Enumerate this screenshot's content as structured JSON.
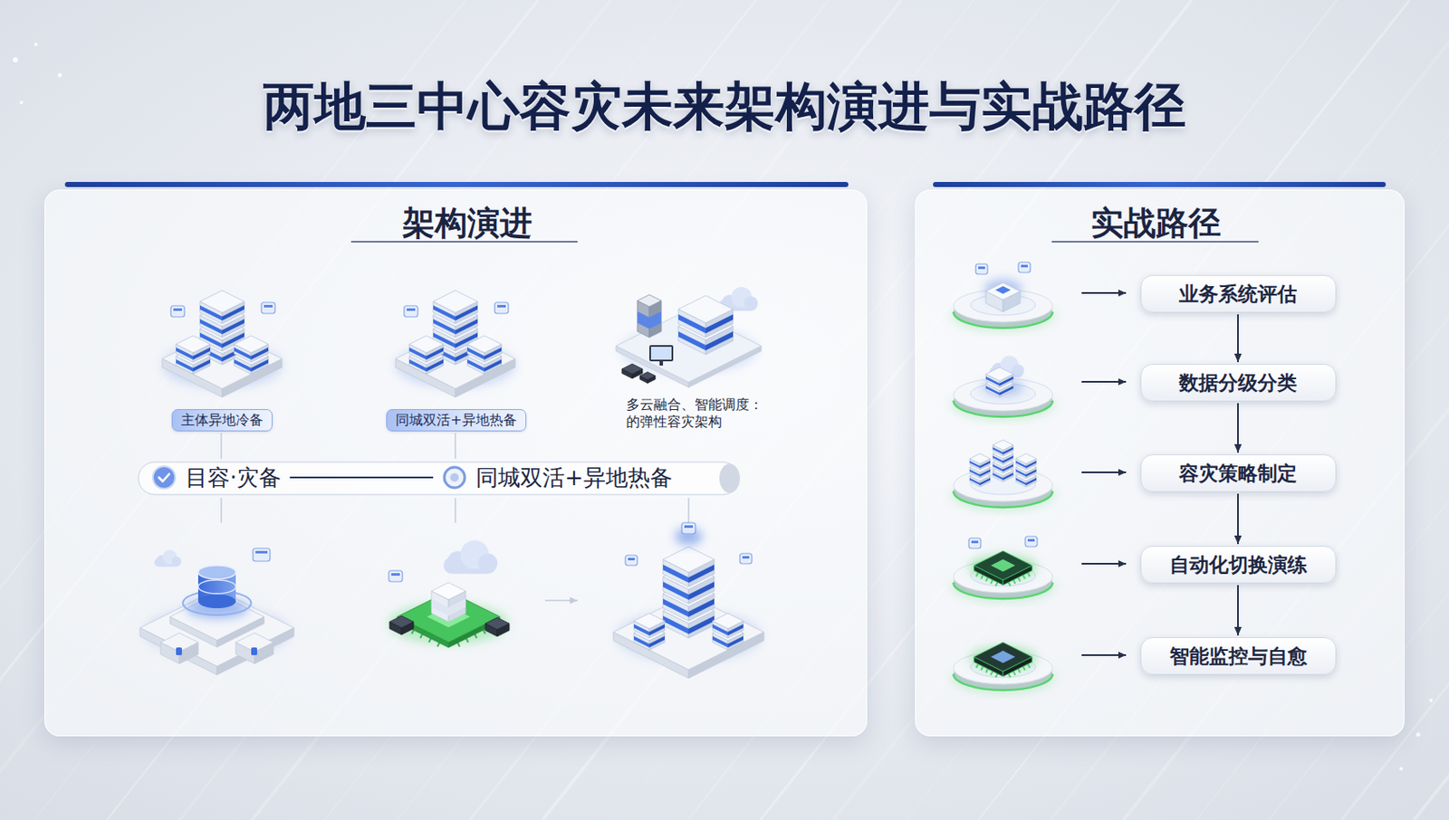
{
  "diagram": {
    "title": "两地三中心容灾未来架构演进与实战路径",
    "nodes": [
      {
        "text": [
          "架构演进"
        ]
      },
      {
        "text": [
          "主体异地冷备"
        ],
        "in": 0
      },
      {
        "text": [
          "同城双活+异地热备"
        ],
        "in": 0
      },
      {
        "text": [
          "目容·灾备"
        ],
        "in": 0
      },
      {
        "text": [
          "同城双活+异地热备"
        ],
        "in": 0
      },
      {
        "text": [
          "实战路径"
        ]
      },
      {
        "text": [
          "业务系统评估"
        ],
        "in": 5
      },
      {
        "text": [
          "数据分级分类"
        ],
        "in": 5
      },
      {
        "text": [
          "容灾策略制定"
        ],
        "in": 5
      },
      {
        "text": [
          "自动化切换演练"
        ],
        "in": 5
      },
      {
        "text": [
          "智能监控与自愈"
        ],
        "in": 5
      }
    ],
    "edges": [
      {
        "from": 3,
        "to": 4,
        "arrow": "none"
      },
      {
        "from": 6,
        "to": 7,
        "arrow": "to"
      },
      {
        "from": 7,
        "to": 8,
        "arrow": "to"
      },
      {
        "from": 8,
        "to": 9,
        "arrow": "to"
      },
      {
        "from": 9,
        "to": 10,
        "arrow": "to"
      }
    ],
    "labels": [
      "多云融合、智能调度：的弹性容灾架构"
    ]
  }
}
